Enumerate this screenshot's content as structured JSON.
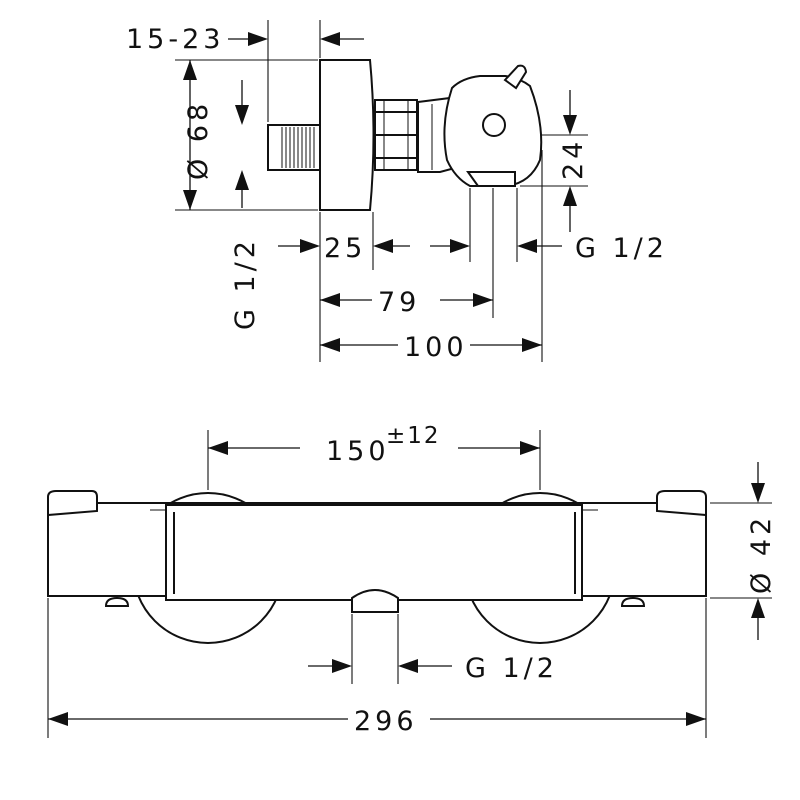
{
  "drawing": {
    "side_view": {
      "dim_nipple": "15-23",
      "dim_diameter": "Ø 68",
      "dim_inlet_thread": "G 1/2",
      "dim_depth_body": "25",
      "dim_outlet_height": "24",
      "dim_outlet_thread": "G 1/2",
      "dim_outlet_offset": "79",
      "dim_total_depth": "100"
    },
    "front_view": {
      "dim_centers": "150",
      "dim_centers_tolerance": "±12",
      "dim_body_diameter": "Ø 42",
      "dim_outlet_thread": "G 1/2",
      "dim_total_width": "296"
    }
  }
}
